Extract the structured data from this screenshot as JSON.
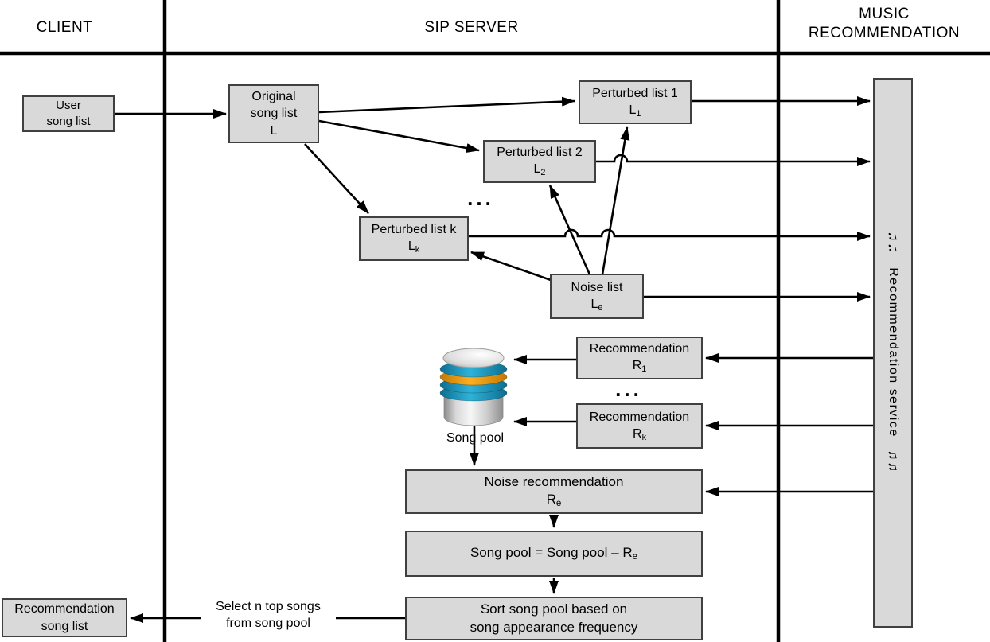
{
  "columns": {
    "client": "CLIENT",
    "sip_server": "SIP SERVER",
    "music_recommendation": "MUSIC\nRECOMMENDATION"
  },
  "nodes": {
    "user_song_list": "User\nsong list",
    "original_song_list": "Original\nsong list\nL",
    "perturbed_list_1": {
      "title": "Perturbed list 1",
      "sym": "L",
      "sub": "1"
    },
    "perturbed_list_2": {
      "title": "Perturbed list 2",
      "sym": "L",
      "sub": "2"
    },
    "perturbed_list_k": {
      "title": "Perturbed list k",
      "sym": "L",
      "sub": "k"
    },
    "noise_list": {
      "title": "Noise list",
      "sym": "L",
      "sub": "e"
    },
    "recommendation_1": {
      "title": "Recommendation",
      "sym": "R",
      "sub": "1"
    },
    "recommendation_k": {
      "title": "Recommendation",
      "sym": "R",
      "sub": "k"
    },
    "noise_recommendation": {
      "title": "Noise recommendation",
      "sym": "R",
      "sub": "e"
    },
    "song_pool_update": {
      "main": "Song pool = Song pool – R",
      "sub": "e"
    },
    "sort_song_pool": "Sort song pool based on\nsong appearance frequency",
    "recommendation_song_list": "Recommendation\nsong list",
    "recommendation_service": {
      "label": "Recommendation service",
      "notes": "♫♫"
    }
  },
  "labels": {
    "song_pool": "Song pool",
    "select_top_songs": "Select n top songs\nfrom song pool",
    "ellipsis_lists": "...",
    "ellipsis_recommendations": "..."
  },
  "icons": {
    "database": "song-pool-database-icon",
    "music_notes": "music-notes-icon"
  },
  "colors": {
    "box_fill": "#d9d9d9",
    "box_border": "#404040",
    "line": "#000000",
    "db_teal": "#1f8fb4",
    "db_orange": "#f0980c",
    "db_silver": "#d6d6d6"
  }
}
